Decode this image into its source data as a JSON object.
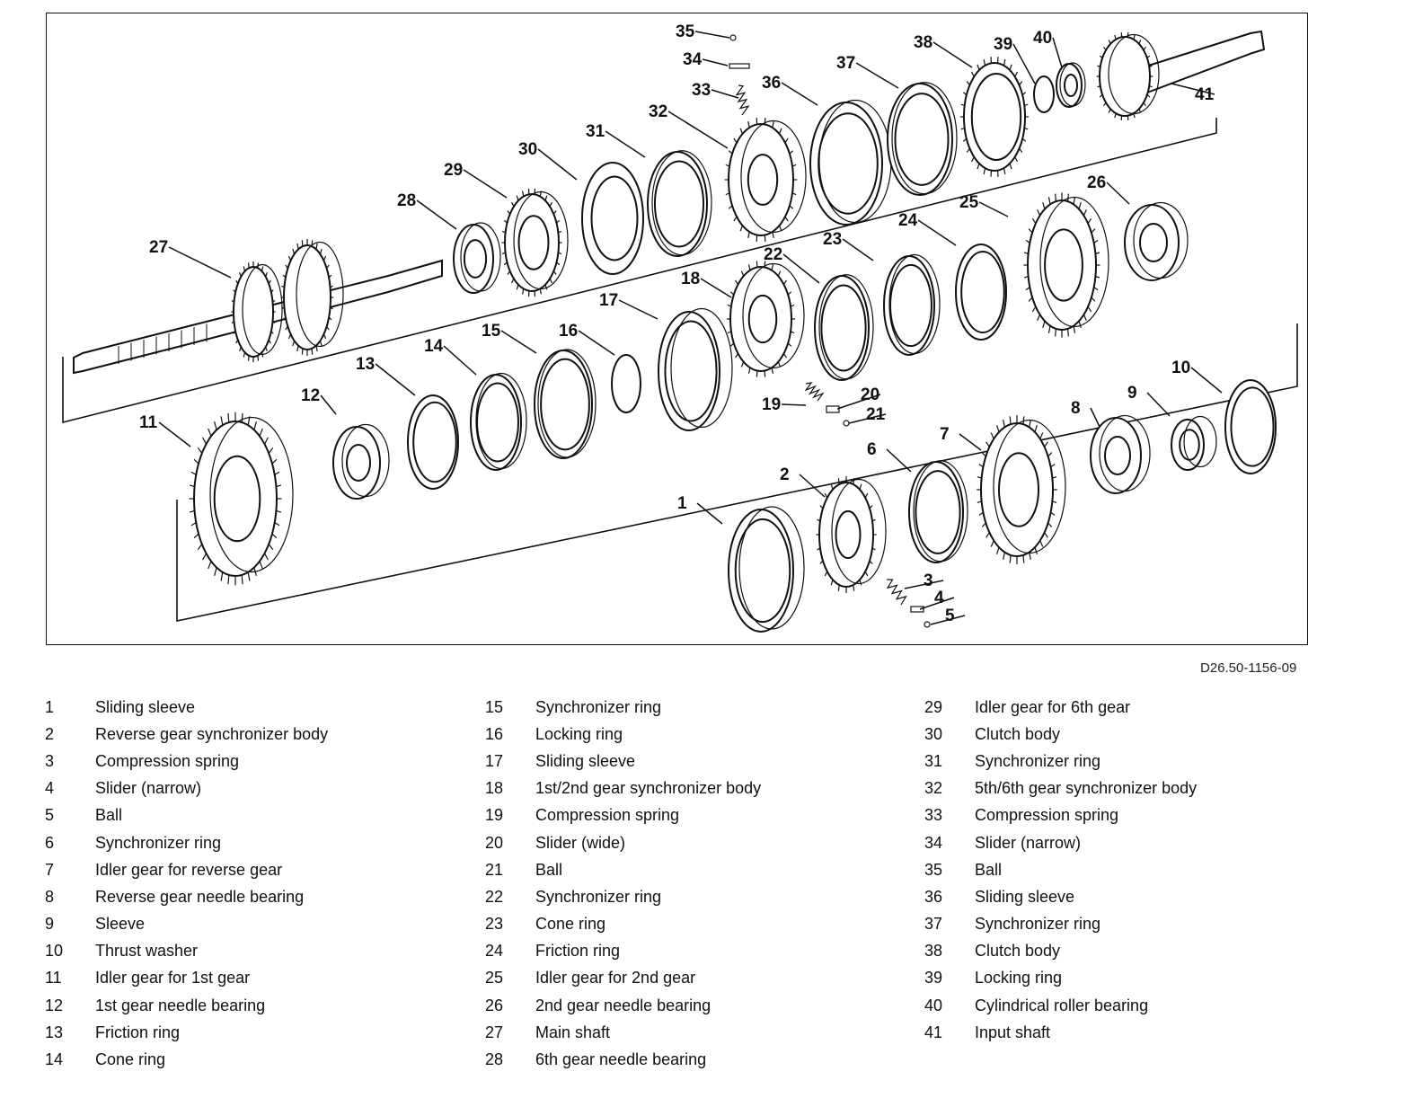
{
  "diagram": {
    "drawing_code": "D26.50-1156-09",
    "callout_labels": [
      "1",
      "2",
      "3",
      "4",
      "5",
      "6",
      "7",
      "8",
      "9",
      "10",
      "11",
      "12",
      "13",
      "14",
      "15",
      "16",
      "17",
      "18",
      "19",
      "20",
      "21",
      "22",
      "23",
      "24",
      "25",
      "26",
      "27",
      "28",
      "29",
      "30",
      "31",
      "32",
      "33",
      "34",
      "35",
      "36",
      "37",
      "38",
      "39",
      "40",
      "41"
    ]
  },
  "legend": {
    "columns": [
      [
        {
          "num": "1",
          "desc": "Sliding sleeve"
        },
        {
          "num": "2",
          "desc": "Reverse gear synchronizer body"
        },
        {
          "num": "3",
          "desc": "Compression spring"
        },
        {
          "num": "4",
          "desc": "Slider (narrow)"
        },
        {
          "num": "5",
          "desc": "Ball"
        },
        {
          "num": "6",
          "desc": "Synchronizer ring"
        },
        {
          "num": "7",
          "desc": "Idler gear for reverse gear"
        },
        {
          "num": "8",
          "desc": "Reverse gear needle bearing"
        },
        {
          "num": "9",
          "desc": "Sleeve"
        },
        {
          "num": "10",
          "desc": "Thrust washer"
        },
        {
          "num": "11",
          "desc": "Idler gear for 1st gear"
        },
        {
          "num": "12",
          "desc": "1st gear needle bearing"
        },
        {
          "num": "13",
          "desc": "Friction ring"
        },
        {
          "num": "14",
          "desc": "Cone ring"
        }
      ],
      [
        {
          "num": "15",
          "desc": "Synchronizer ring"
        },
        {
          "num": "16",
          "desc": "Locking ring"
        },
        {
          "num": "17",
          "desc": "Sliding sleeve"
        },
        {
          "num": "18",
          "desc": "1st/2nd gear synchronizer body"
        },
        {
          "num": "19",
          "desc": "Compression spring"
        },
        {
          "num": "20",
          "desc": "Slider (wide)"
        },
        {
          "num": "21",
          "desc": "Ball"
        },
        {
          "num": "22",
          "desc": "Synchronizer ring"
        },
        {
          "num": "23",
          "desc": "Cone ring"
        },
        {
          "num": "24",
          "desc": "Friction ring"
        },
        {
          "num": "25",
          "desc": "Idler gear for 2nd gear"
        },
        {
          "num": "26",
          "desc": "2nd gear needle bearing"
        },
        {
          "num": "27",
          "desc": "Main shaft"
        },
        {
          "num": "28",
          "desc": "6th gear needle bearing"
        }
      ],
      [
        {
          "num": "29",
          "desc": "Idler gear for 6th gear"
        },
        {
          "num": "30",
          "desc": "Clutch body"
        },
        {
          "num": "31",
          "desc": "Synchronizer ring"
        },
        {
          "num": "32",
          "desc": "5th/6th gear synchronizer body"
        },
        {
          "num": "33",
          "desc": "Compression spring"
        },
        {
          "num": "34",
          "desc": "Slider (narrow)"
        },
        {
          "num": "35",
          "desc": "Ball"
        },
        {
          "num": "36",
          "desc": "Sliding sleeve"
        },
        {
          "num": "37",
          "desc": "Synchronizer ring"
        },
        {
          "num": "38",
          "desc": "Clutch body"
        },
        {
          "num": "39",
          "desc": "Locking ring"
        },
        {
          "num": "40",
          "desc": "Cylindrical roller bearing"
        },
        {
          "num": "41",
          "desc": "Input shaft"
        }
      ]
    ]
  }
}
